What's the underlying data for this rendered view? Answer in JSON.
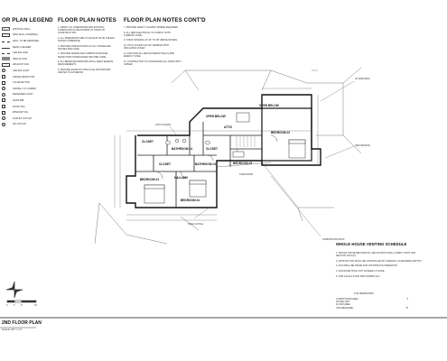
{
  "legend": {
    "title": "OR PLAN LEGEND",
    "items": [
      {
        "label": "EXISTING WALL",
        "swatch": "hatch"
      },
      {
        "label": "NEW WALL (FRAMING)",
        "swatch": "box"
      },
      {
        "label": "WALL TO BE REMOVED",
        "swatch": "dash"
      },
      {
        "label": "BEAM / HEADER",
        "swatch": "line"
      },
      {
        "label": "CEILING LINE",
        "swatch": "dash"
      },
      {
        "label": "NEW FLOOR",
        "swatch": "solid"
      },
      {
        "label": "EXHAUST FAN",
        "swatch": "box"
      },
      {
        "label": "CEILING LIGHT",
        "swatch": "dot"
      },
      {
        "label": "SMOKE DETECTOR",
        "swatch": "sq"
      },
      {
        "label": "CO DETECTOR",
        "swatch": "sq"
      },
      {
        "label": "SMOKE / CO COMBO",
        "swatch": "dot"
      },
      {
        "label": "RECESSED LIGHT",
        "swatch": "dot"
      },
      {
        "label": "HOSE BIB",
        "swatch": "sq"
      },
      {
        "label": "DOOR TAG",
        "swatch": "sq"
      },
      {
        "label": "WINDOW TAG",
        "swatch": "sq"
      },
      {
        "label": "DUPLEX OUTLET",
        "swatch": "dot"
      },
      {
        "label": "GFI OUTLET",
        "swatch": "dot"
      }
    ]
  },
  "notes": {
    "title": "FLOOR PLAN NOTES",
    "items": [
      "1. VERIFY ALL DIMENSIONS AND EXISTING CONDITIONS IN FIELD PRIOR TO START OF CONSTRUCTION.",
      "2. ALL DIMENSIONS ARE TO FACE OF STUD UNLESS NOTED OTHERWISE.",
      "3. PROVIDE FIRE BLOCKING AT ALL CONCEALED SPACES PER CODE.",
      "4. PROVIDE SMOKE AND CARBON MONOXIDE DETECTORS INTERCONNECTED PER CODE.",
      "5. ALL BEDROOM WINDOWS SHALL MEET EGRESS REQUIREMENTS.",
      "6. PROVIDE EXHAUST FANS IN ALL BATHROOMS VENTED TO EXTERIOR."
    ]
  },
  "notes_contd": {
    "title": "FLOOR PLAN NOTES CONT'D",
    "items": [
      "7. PROVIDE SAFETY GLAZING WHERE REQUIRED.",
      "8. ALL NEW ELECTRICAL TO COMPLY WITH CURRENT CODE.",
      "9. STAIR HANDRAIL AT 34\" TO 38\" ABOVE NOSING.",
      "10. ATTIC ACCESS 22\"x30\" MINIMUM WITH INSULATED COVER.",
      "11. INSULATE ALL NEW EXTERIOR WALLS PER ENERGY CODE.",
      "12. CONTRACTOR TO COORDINATE ALL WORK WITH OWNER."
    ]
  },
  "rooms": {
    "open_below_top": "OPEN BELOW",
    "open_below_left": "OPEN BELOW",
    "bedroom2": "BEDROOM #2",
    "bedroom3": "BEDROOM #3",
    "bedroom4": "BEDROOM #4",
    "bedroom5": "BEDROOM #5",
    "closet1": "CLOSET",
    "closet2": "CLOSET",
    "closet3": "CLOSET",
    "bath3": "BATHROOM #3",
    "bath4": "BATHROOM #4",
    "hallway": "HALLWAY",
    "attic": "ATTIC"
  },
  "plan_title": "2ND FLOOR PLAN",
  "plan_scale": "SCALE: 1/8\" = 1'-0\"",
  "scale_marks": [
    "0",
    "4'",
    "8'",
    "16'"
  ],
  "vent": {
    "title": "WHOLE HOUSE VENTING SCHEDULE",
    "items": [
      "1. WHOLE HOUSE MECHANICAL VENTILATION SHALL COMPLY WITH CMC SECTION 150.0(O).",
      "2. EXHAUST FAN SHALL BE CONTROLLED BY A READILY ACCESSIBLE SWITCH.",
      "3. FAN SHALL BE RATED FOR CONTINUOUS OPERATION.",
      "4. FAN NOISE SHALL NOT EXCEED 1.0 SONE.",
      "5. CFM CALCULATION PER ASHRAE 62.2."
    ],
    "calc_head": "# OF BEDROOMS",
    "calc_rows": [
      "CONDITIONED AREA",
      "HOUSE UNIT",
      "FLOOR AREA",
      "CFM REQUIRED"
    ],
    "calc_vals": [
      "5",
      "",
      "",
      "75"
    ]
  },
  "callouts": {
    "roof_r": "AS SPECIFIED",
    "roof_br": "COMPOSITION ROOF",
    "attic_access": "ATTIC ACCESS",
    "closet_shelf": "SHELF & POLE",
    "window": "NEW WINDOW",
    "stair": "STAIR DOWN"
  }
}
